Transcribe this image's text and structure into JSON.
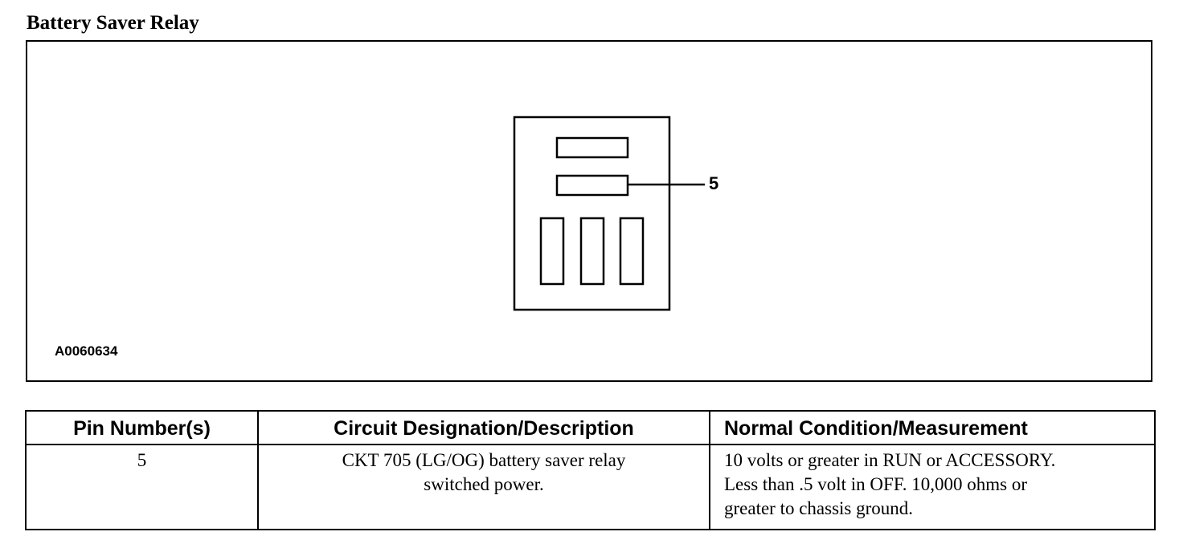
{
  "page": {
    "title": "Battery Saver Relay"
  },
  "figure": {
    "callout": "5",
    "figure_id": "A0060634"
  },
  "table": {
    "headers": [
      "Pin Number(s)",
      "Circuit Designation/Description",
      "Normal Condition/Measurement"
    ],
    "rows": [
      {
        "pin": "5",
        "description_lines": [
          "CKT 705 (LG/OG) battery saver relay",
          "switched power."
        ],
        "measurement_lines": [
          "10 volts or greater in RUN or ACCESSORY.",
          "Less than .5 volt in OFF. 10,000 ohms or",
          "greater to chassis ground."
        ]
      }
    ]
  }
}
